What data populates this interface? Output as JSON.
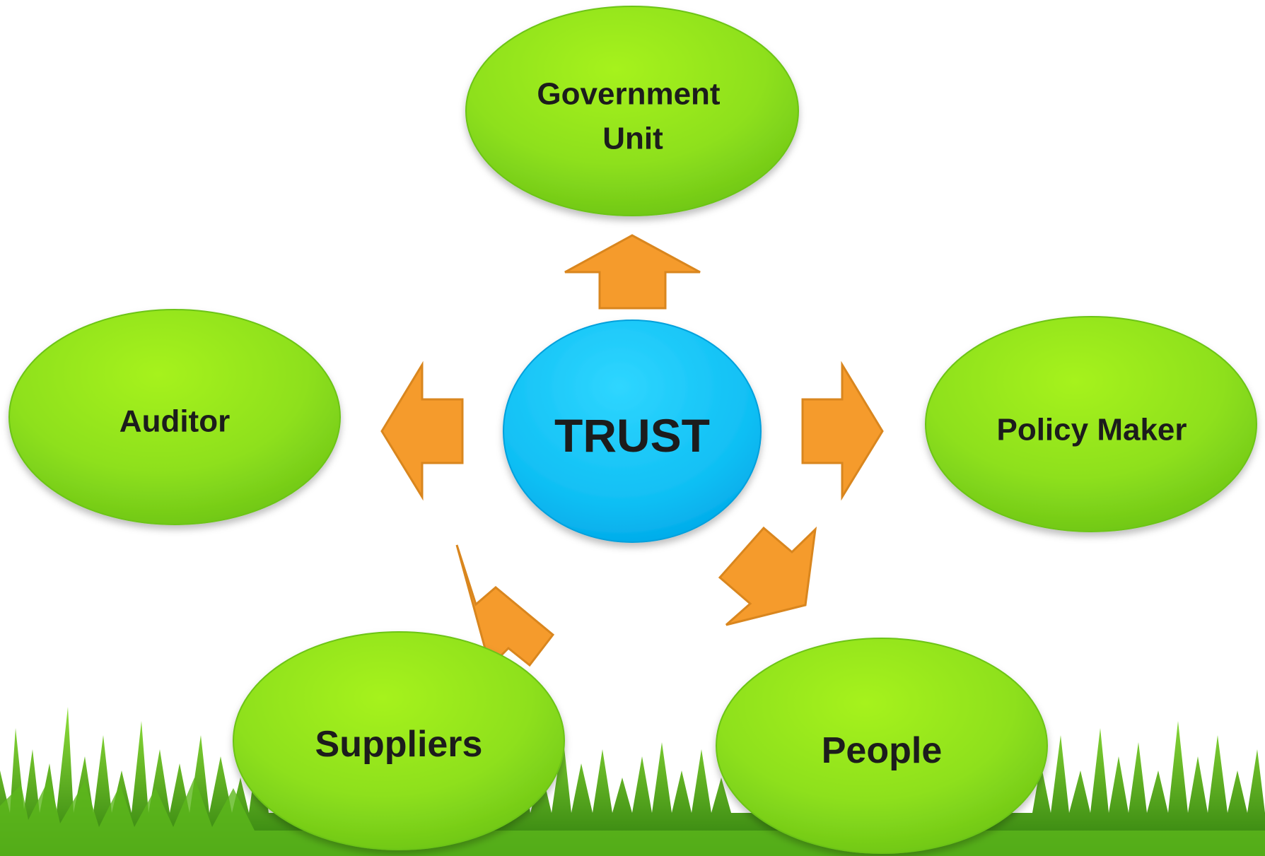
{
  "center": {
    "label": "TRUST"
  },
  "nodes": {
    "government_unit": {
      "line1": "Government",
      "line2": "Unit"
    },
    "auditor": {
      "label": "Auditor"
    },
    "policy_maker": {
      "label": "Policy Maker"
    },
    "suppliers": {
      "label": "Suppliers"
    },
    "people": {
      "label": "People"
    }
  },
  "colors": {
    "node_green_light": "#a6f21c",
    "node_green_dark": "#6cc417",
    "center_blue_light": "#2fd6ff",
    "center_blue_dark": "#00a8e8",
    "arrow_orange": "#f59b2c",
    "arrow_outline": "#d9861e",
    "grass_dark": "#3f9a10",
    "grass_light": "#7fd62a",
    "label_text": "#1f1f1f"
  },
  "icons": {
    "arrows": "orange-block-arrow-icon",
    "grass": "grass-strip"
  }
}
